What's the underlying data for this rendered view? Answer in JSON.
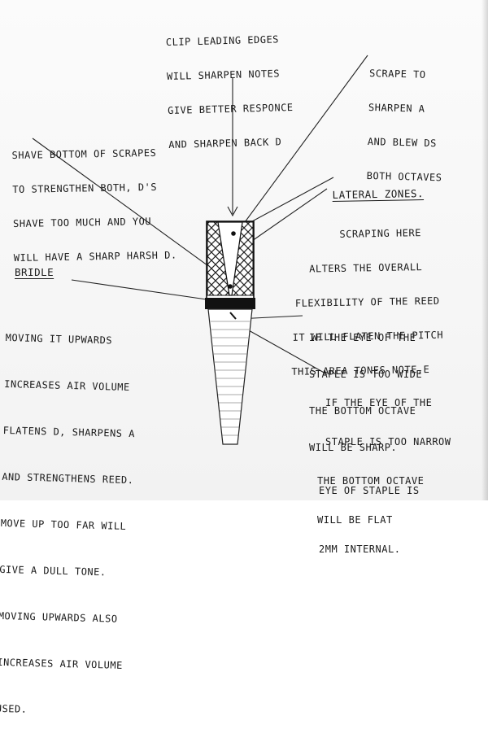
{
  "notes": {
    "clip": {
      "lines": [
        "CLIP LEADING EDGES",
        "WILL SHARPEN NOTES",
        "GIVE BETTER RESPONCE",
        "AND SHARPEN BACK D"
      ]
    },
    "scrape_a": {
      "lines": [
        "SCRAPE TO",
        "SHARPEN A",
        "AND BLEW DS",
        "BOTH OCTAVES"
      ]
    },
    "shave": {
      "lines": [
        "SHAVE BOTTOM OF SCRAPES",
        "TO STRENGTHEN BOTH, D'S",
        "SHAVE TOO MUCH AND YOU",
        "WILL HAVE A SHARP HARSH D."
      ]
    },
    "lateral": {
      "heading": "LATERAL ZONES.",
      "lines": [
        "SCRAPING HERE",
        "ALTERS THE OVERALL",
        "FLEXIBILITY OF THE REED",
        "IT WILL FLATEN THE PITCH",
        "THIS AREA TONES NOTE,E"
      ]
    },
    "bridle": {
      "heading": "BRIDLE",
      "lines": [
        "MOVING IT UPWARDS",
        "INCREASES AIR VOLUME",
        "FLATENS D, SHARPENS A",
        "AND STRENGTHENS REED.",
        "MOVE UP TOO FAR WILL",
        "GIVE A DULL TONE.",
        "MOVING UPWARDS ALSO",
        "INCREASES AIR VOLUME",
        "USED."
      ]
    },
    "eye_wide": {
      "lines": [
        "IF THE EYE OF THE",
        "STAPLE IS TOO WIDE",
        "THE BOTTOM OCTAVE",
        "WILL BE SHARP."
      ]
    },
    "eye_narrow": {
      "lines": [
        "IF THE EYE OF THE",
        "STAPLE IS TOO NARROW",
        "THE BOTTOM OCTAVE",
        "WILL BE FLAT"
      ]
    },
    "eye_size": {
      "lines": [
        "EYE OF STAPLE IS",
        "2MM INTERNAL."
      ]
    }
  }
}
